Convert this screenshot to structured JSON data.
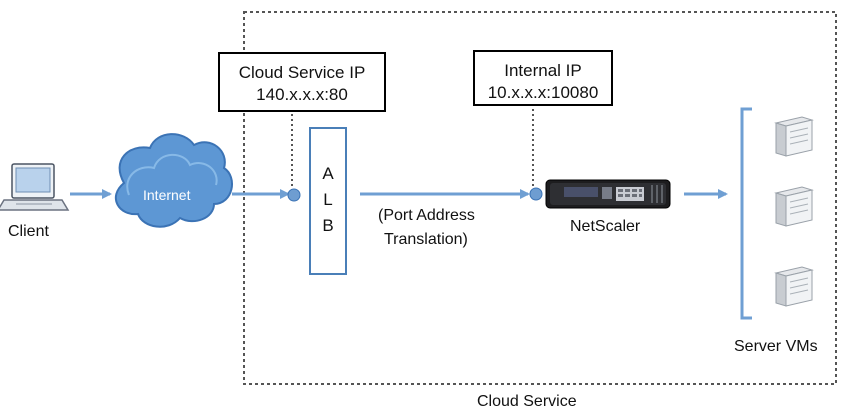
{
  "labels": {
    "client": "Client",
    "internet": "Internet",
    "cloud_service_ip_title": "Cloud Service IP",
    "cloud_service_ip_value": "140.x.x.x:80",
    "internal_ip_title": "Internal IP",
    "internal_ip_value": "10.x.x.x:10080",
    "alb_letters": [
      "A",
      "L",
      "B"
    ],
    "port_address_line1": "(Port Address",
    "port_address_line2": "Translation)",
    "netscaler": "NetScaler",
    "server_vms": "Server VMs",
    "cloud_service": "Cloud Service"
  },
  "colors": {
    "arrow": "#6f9fd3",
    "alb_border": "#4a7fb8",
    "point": "#6e9dd1",
    "cloud_fill": "#5d97d4",
    "cloud_outline": "#3b73b5",
    "dashed_border": "#555555",
    "server_gray": "#bfc3c7"
  }
}
